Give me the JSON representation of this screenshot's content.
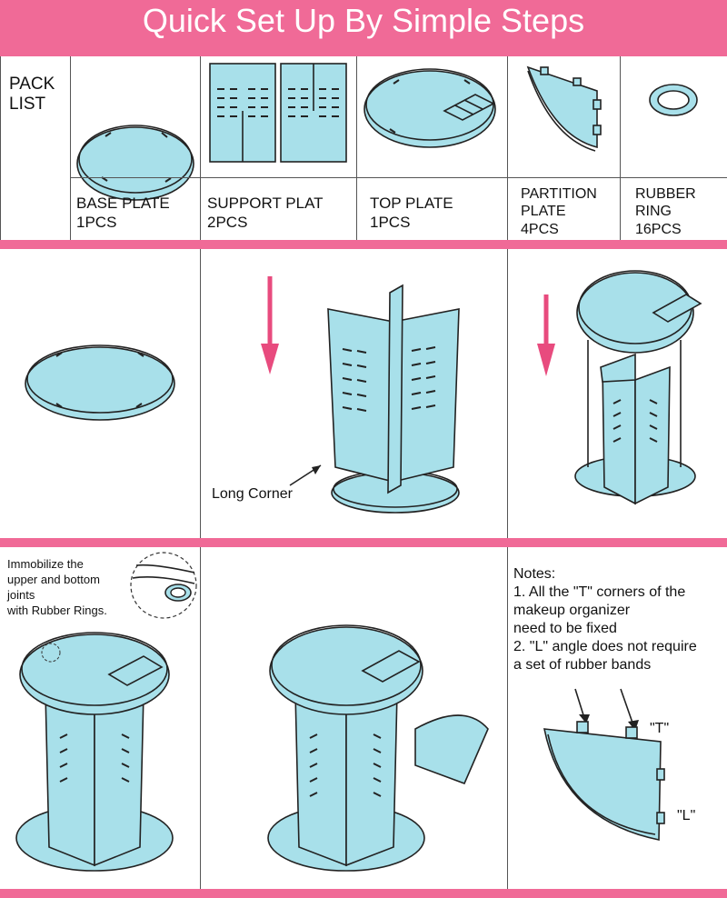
{
  "header": {
    "title": "Quick Set Up By Simple Steps"
  },
  "colors": {
    "accent_pink": "#f06a97",
    "plate_blue": "#a8e0ea"
  },
  "pack_list": {
    "label": "PACK\nLIST",
    "items": [
      {
        "name": "BASE PLATE",
        "qty": "1PCS"
      },
      {
        "name": "SUPPORT PLAT",
        "qty": "2PCS"
      },
      {
        "name": "TOP PLATE",
        "qty": "1PCS"
      },
      {
        "name": "PARTITION\nPLATE",
        "qty": "4PCS"
      },
      {
        "name": "RUBBER\nRING",
        "qty": " 16PCS"
      }
    ]
  },
  "step2": {
    "annotation": "Long Corner"
  },
  "step4": {
    "callout": "Immobilize the\nupper and bottom\njoints\nwith Rubber Rings."
  },
  "notes": {
    "heading": "Notes:",
    "lines": [
      "1. All the \"T\" corners of the",
      "makeup organizer",
      "need to be fixed",
      "2. \"L\" angle does not require",
      "a set of rubber bands"
    ],
    "t_label": "\"T\"",
    "l_label": "\"L\""
  }
}
